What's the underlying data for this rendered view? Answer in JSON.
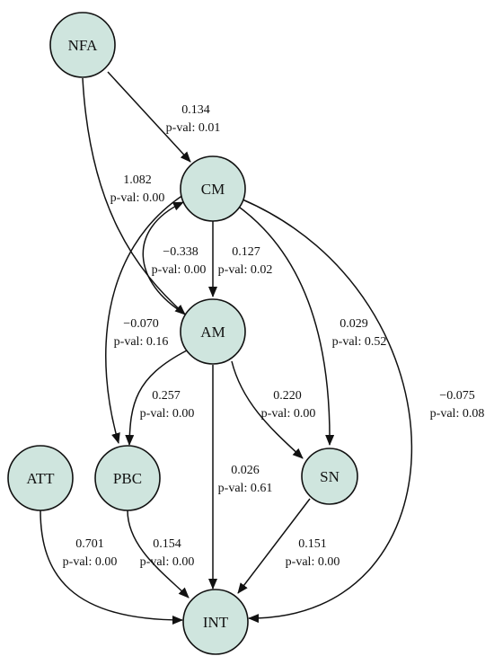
{
  "colors": {
    "node_fill": "#cfe5de",
    "stroke": "#111111",
    "background": "#ffffff"
  },
  "nodes": {
    "NFA": {
      "label": "NFA"
    },
    "CM": {
      "label": "CM"
    },
    "AM": {
      "label": "AM"
    },
    "ATT": {
      "label": "ATT"
    },
    "PBC": {
      "label": "PBC"
    },
    "SN": {
      "label": "SN"
    },
    "INT": {
      "label": "INT"
    }
  },
  "edges": {
    "nfa_cm": {
      "from": "NFA",
      "to": "CM",
      "coef": "0.134",
      "pval": "p-val: 0.01"
    },
    "nfa_am": {
      "from": "NFA",
      "to": "AM",
      "coef": "1.082",
      "pval": "p-val: 0.00"
    },
    "am_cm": {
      "from": "AM",
      "to": "CM",
      "coef": "−0.338",
      "pval": "p-val: 0.00"
    },
    "cm_am": {
      "from": "CM",
      "to": "AM",
      "coef": "0.127",
      "pval": "p-val: 0.02"
    },
    "cm_pbc": {
      "from": "CM",
      "to": "PBC",
      "coef": "−0.070",
      "pval": "p-val: 0.16"
    },
    "cm_sn": {
      "from": "CM",
      "to": "SN",
      "coef": "0.029",
      "pval": "p-val: 0.52"
    },
    "cm_int": {
      "from": "CM",
      "to": "INT",
      "coef": "−0.075",
      "pval": "p-val: 0.08"
    },
    "am_pbc": {
      "from": "AM",
      "to": "PBC",
      "coef": "0.257",
      "pval": "p-val: 0.00"
    },
    "am_sn": {
      "from": "AM",
      "to": "SN",
      "coef": "0.220",
      "pval": "p-val: 0.00"
    },
    "am_int": {
      "from": "AM",
      "to": "INT",
      "coef": "0.026",
      "pval": "p-val: 0.61"
    },
    "att_int": {
      "from": "ATT",
      "to": "INT",
      "coef": "0.701",
      "pval": "p-val: 0.00"
    },
    "pbc_int": {
      "from": "PBC",
      "to": "INT",
      "coef": "0.154",
      "pval": "p-val: 0.00"
    },
    "sn_int": {
      "from": "SN",
      "to": "INT",
      "coef": "0.151",
      "pval": "p-val: 0.00"
    }
  }
}
